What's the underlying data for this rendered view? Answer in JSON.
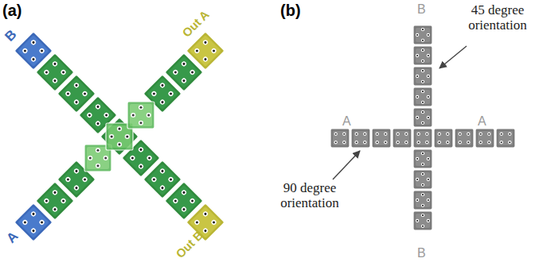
{
  "diagram": {
    "labels": [
      "(a)",
      "B",
      "Out A",
      "A",
      "Out B",
      "(b)",
      "45 degree orientation",
      "B",
      "A",
      "A",
      "90 degree orientation",
      "B"
    ]
  }
}
